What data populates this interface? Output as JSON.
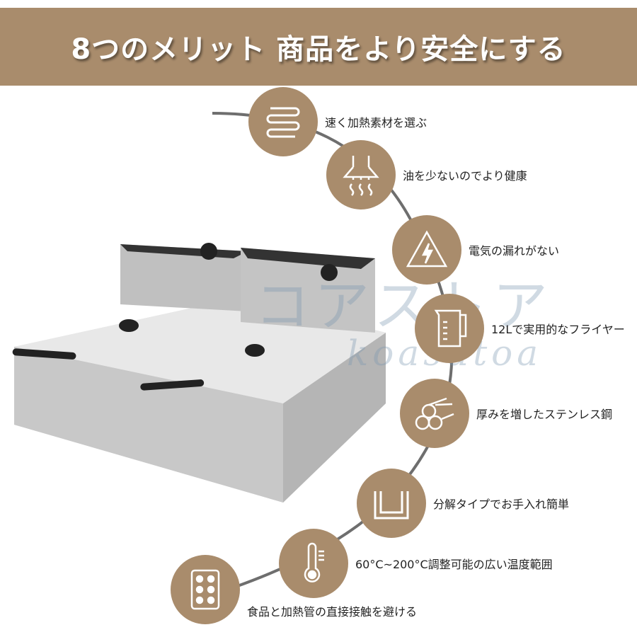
{
  "header": {
    "title": "8つのメリット 商品をより安全にする"
  },
  "colors": {
    "accent": "#a98c6c",
    "line": "#555555",
    "watermark": "#7896af"
  },
  "features": [
    {
      "icon": "heating-coil-icon",
      "label": "速く加熱素材を選ぶ"
    },
    {
      "icon": "range-hood-icon",
      "label": "油を少ないのでより健康"
    },
    {
      "icon": "electric-warning-icon",
      "label": "電気の漏れがない"
    },
    {
      "icon": "measuring-jug-icon",
      "label": "12Lで実用的なフライヤー"
    },
    {
      "icon": "steel-pipes-icon",
      "label": "厚みを増したステンレス鋼"
    },
    {
      "icon": "detachable-tank-icon",
      "label": "分解タイプでお手入れ簡単"
    },
    {
      "icon": "thermometer-icon",
      "label": "60°C~200°C調整可能の広い温度範囲"
    },
    {
      "icon": "heating-tube-panel-icon",
      "label": "食品と加熱管の直接接触を避ける"
    }
  ],
  "watermark": {
    "text": "コアストア",
    "roman": "koasutoa"
  }
}
